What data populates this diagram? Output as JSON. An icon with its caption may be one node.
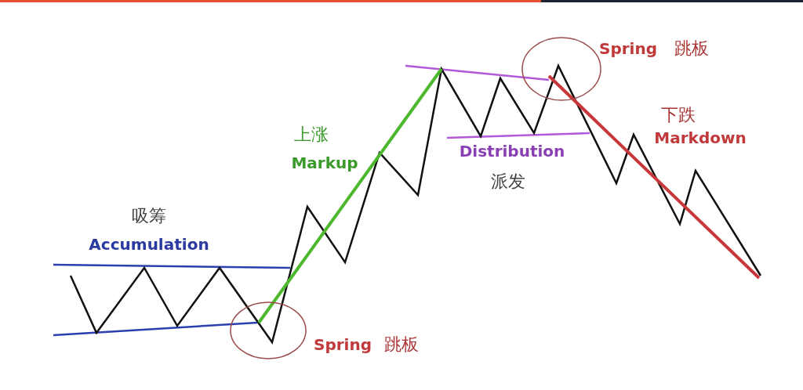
{
  "diagram": {
    "labels": [
      "Spring",
      "跳板",
      "上涨",
      "下跌",
      "Markup",
      "Distribution",
      "Markdown",
      "派发",
      "吸筹",
      "Accumulation",
      "Spring",
      "跳板"
    ]
  }
}
